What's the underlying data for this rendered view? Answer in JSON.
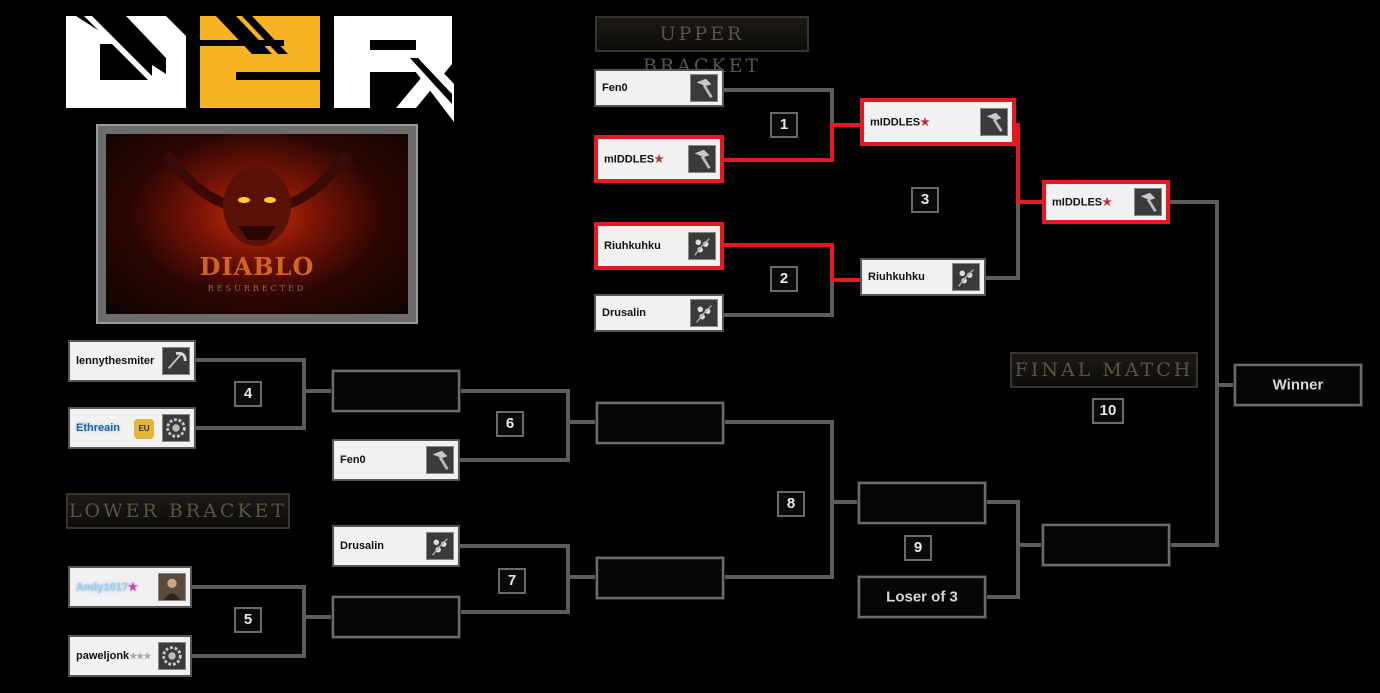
{
  "headings": {
    "upper": "UPPER BRACKET",
    "lower": "LOWER BRACKET",
    "final": "FINAL MATCH"
  },
  "artwork": {
    "title": "DIABLO",
    "subtitle": "RESURRECTED"
  },
  "colors": {
    "highlight": "#e21b23",
    "background": "#000000",
    "logo_accent": "#f7b321"
  },
  "match_numbers": [
    "1",
    "2",
    "3",
    "4",
    "5",
    "6",
    "7",
    "8",
    "9",
    "10"
  ],
  "players": {
    "ub_fen0": {
      "name": "Fen0",
      "icon": "hammer-icon"
    },
    "ub_middles": {
      "name": "mIDDLES",
      "badge": "★",
      "icon": "hammer-icon"
    },
    "ub_riuh": {
      "name": "Riuhkuhku",
      "icon": "floral-icon"
    },
    "ub_drus": {
      "name": "Drusalin",
      "icon": "floral-icon"
    },
    "r2_middles": {
      "name": "mIDDLES",
      "badge": "★",
      "icon": "hammer-icon"
    },
    "r2_riuh": {
      "name": "Riuhkuhku",
      "icon": "floral-icon"
    },
    "ub_final": {
      "name": "mIDDLES",
      "badge": "★",
      "icon": "hammer-icon"
    },
    "lb_lenny": {
      "name": "lennythesmiter",
      "icon": "scythe-icon"
    },
    "lb_ethre": {
      "name": "Ethreain",
      "badge": "EU",
      "icon": "gear-icon"
    },
    "lb_andy": {
      "name": "Andy1017",
      "badge": "★",
      "icon": "portrait-icon"
    },
    "lb_pawel": {
      "name": "paweljonk",
      "badge": "★★★",
      "icon": "gear-icon"
    },
    "lb_fen0": {
      "name": "Fen0",
      "icon": "hammer-icon"
    },
    "lb_drus": {
      "name": "Drusalin",
      "icon": "floral-icon"
    }
  },
  "placeholders": {
    "loser3": "Loser of 3",
    "winner": "Winner"
  }
}
